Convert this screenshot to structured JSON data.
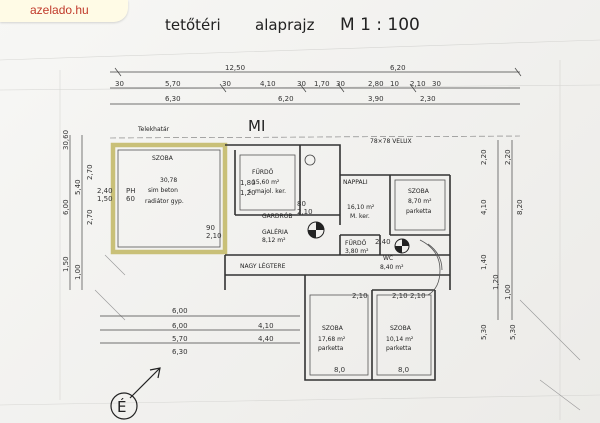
{
  "watermark": {
    "text": "azelado.hu"
  },
  "title": {
    "part1": "tetőtéri",
    "part2": "alaprajz",
    "scale": "M 1 : 100"
  },
  "top_dims_row1": [
    "12,50",
    "6,20"
  ],
  "top_dims_row2": [
    "30",
    "5,70",
    "30",
    "4,10",
    "30",
    "1,70",
    "30",
    "2,80",
    "10",
    "2,10",
    "30"
  ],
  "top_dims_row3": [
    "6,30",
    "6,20",
    "3,90",
    "2,30"
  ],
  "section_mark": "MI",
  "boundary_label": "Telekhatár",
  "velux": "78×78 VELUX",
  "rooms": {
    "szoba_left": {
      "name": "SZOBA",
      "area": "30,78",
      "floor": "sim beton",
      "note": "radiátor gyp."
    },
    "furdo_top": {
      "name": "FÜRDŐ",
      "area": "15,60 m²",
      "floor": "s. majol. ker."
    },
    "naplali": {
      "name": "NAPPALI"
    },
    "naplali_area": {
      "area": "16,10 m²",
      "floor": "M. ker."
    },
    "szoba_right_top": {
      "name": "SZOBA",
      "area": "8,70 m²",
      "floor": "parketta"
    },
    "gardrob": {
      "name": "GARDRÓB",
      "area": "8,12 m²"
    },
    "galeria": {
      "name": "GALÉRIA"
    },
    "furdo_small": {
      "name": "FÜRDŐ",
      "area": "3,80 m²"
    },
    "wc": {
      "name": "WC",
      "area": "8,40 m²"
    },
    "legtere": {
      "name": "NAGY LÉGTERE"
    },
    "szoba_bottom_left": {
      "name": "SZOBA",
      "area": "17,68 m²",
      "floor": "parketta"
    },
    "szoba_bottom_right": {
      "name": "SZOBA",
      "area": "10,14 m²",
      "floor": "parketta"
    }
  },
  "left_dims": [
    "30,60",
    "6,00",
    "5,40",
    "2,70",
    "2,70",
    "1,50",
    "1,00"
  ],
  "right_dims": [
    "2,20",
    "2,20",
    "4,10",
    "8,20",
    "1,40",
    "1,20",
    "1,00",
    "5,30",
    "5,30"
  ],
  "bottom_dims": [
    "6,00",
    "6,00",
    "5,70",
    "4,10",
    "6,30",
    "4,40"
  ],
  "misc_labels": [
    "PH",
    "60",
    "2,40",
    "1,50",
    "90",
    "2,10",
    "80",
    "2,10",
    "2,10",
    "2,40",
    "1,80",
    "1,20",
    "2,10",
    "2,10",
    "8,0",
    "8,0"
  ],
  "north": "É",
  "colors": {
    "highlight_wall": "#c9c078",
    "wall": "#333333",
    "paper": "#f4f4f2"
  }
}
